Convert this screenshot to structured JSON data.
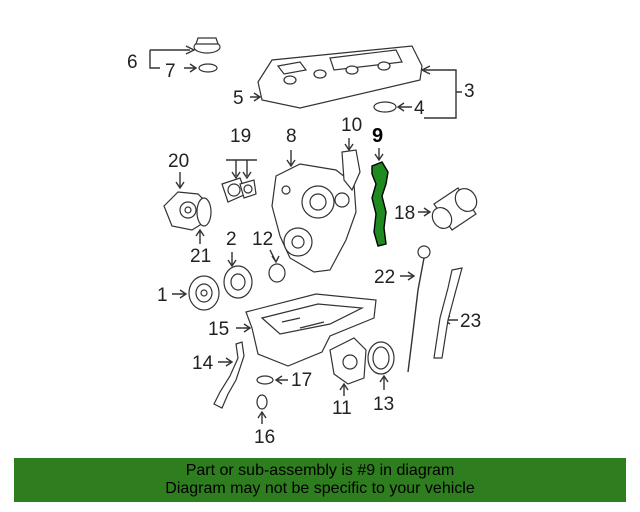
{
  "labels": {
    "p1": "1",
    "p2": "2",
    "p3": "3",
    "p4": "4",
    "p5": "5",
    "p6": "6",
    "p7": "7",
    "p8": "8",
    "p9": "9",
    "p10": "10",
    "p11": "11",
    "p12": "12",
    "p13": "13",
    "p14": "14",
    "p15": "15",
    "p16": "16",
    "p17": "17",
    "p18": "18",
    "p19": "19",
    "p20": "20",
    "p21": "21",
    "p22": "22",
    "p23": "23"
  },
  "banner": {
    "line1": "Part or sub-assembly is #9 in diagram",
    "line2": "Diagram may not be specific to your vehicle"
  },
  "colors": {
    "highlight": "#1f8a1f",
    "banner": "#2e7d1e"
  }
}
